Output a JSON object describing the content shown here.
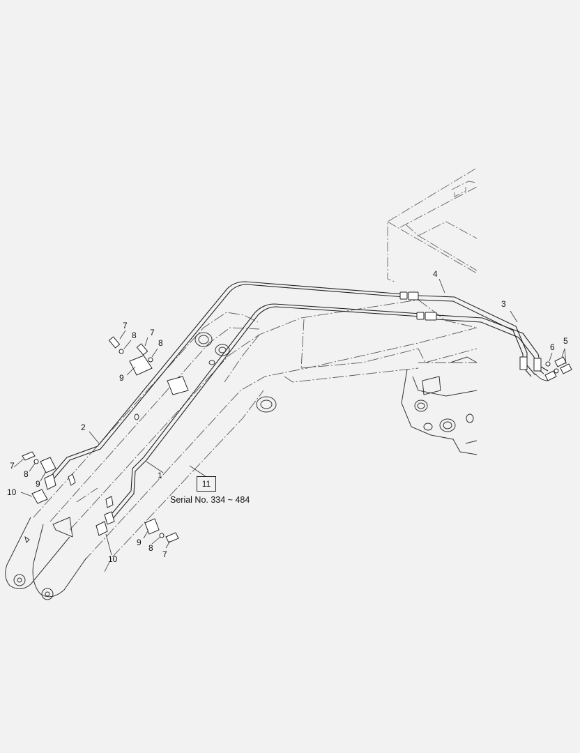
{
  "callouts": {
    "c1": "1",
    "c2": "2",
    "c3": "3",
    "c4": "4",
    "c5": "5",
    "c6": "6",
    "c7": "7",
    "c8": "8",
    "c9": "9",
    "c10": "10",
    "c11": "11"
  },
  "serial_note": "Serial No. 334 ~ 484"
}
